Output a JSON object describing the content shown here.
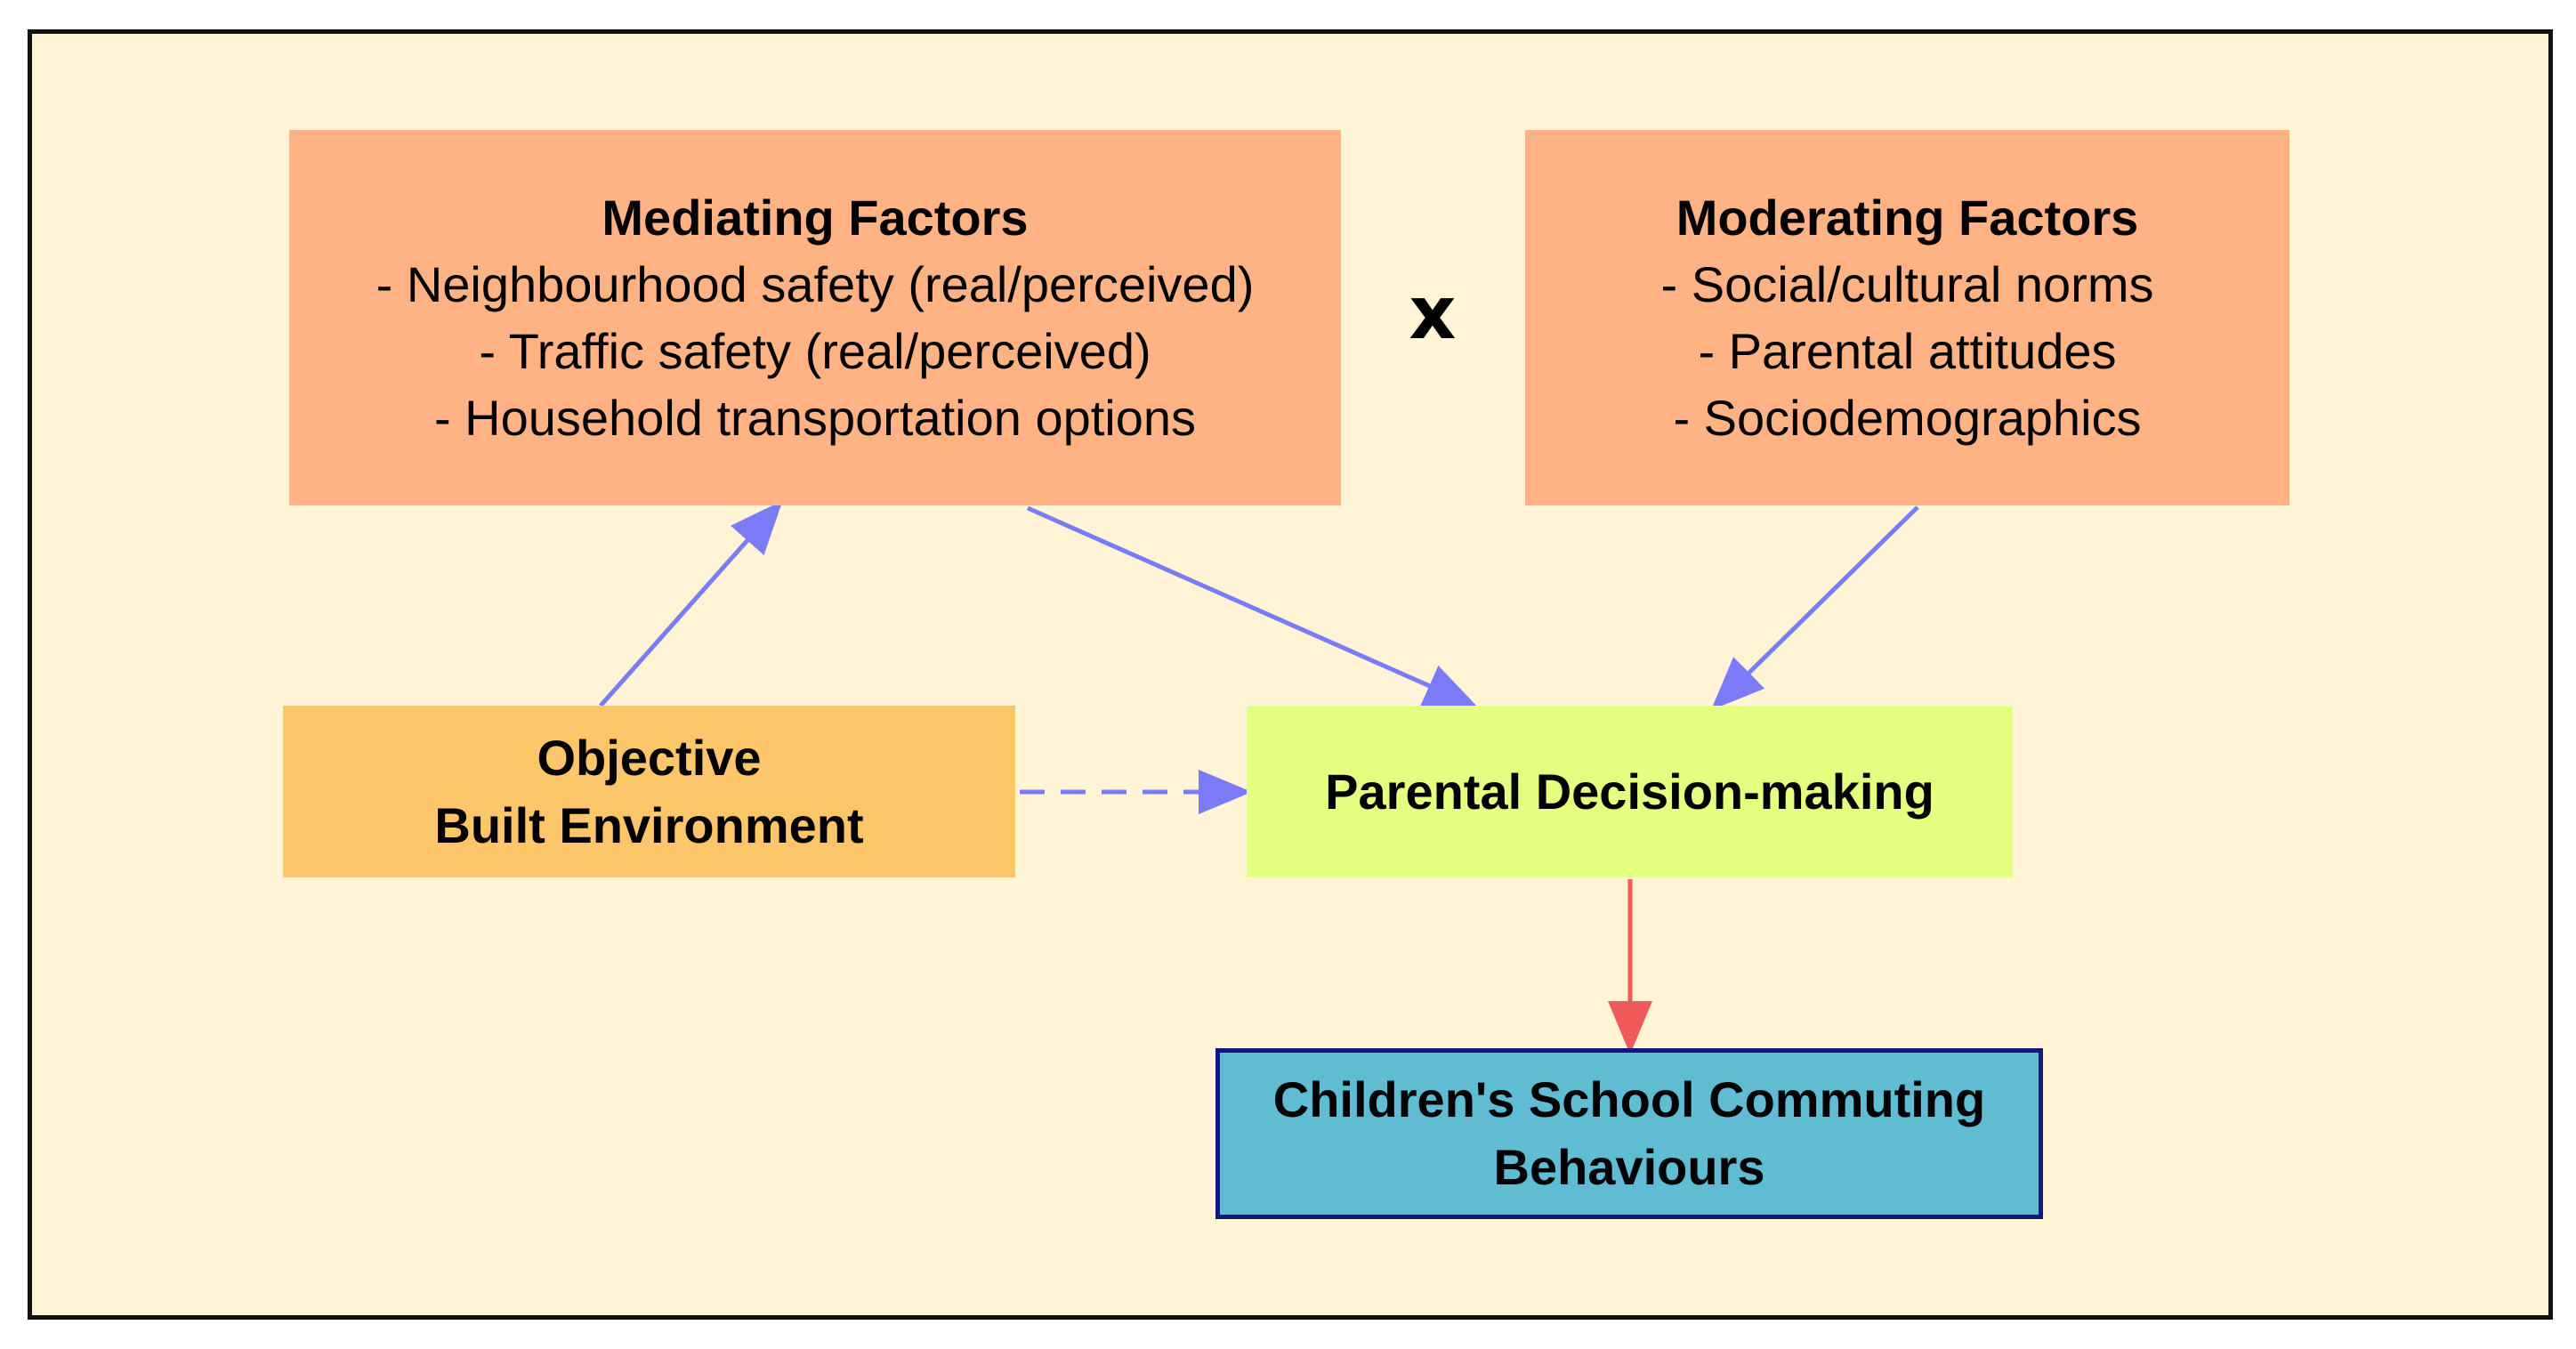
{
  "mediating": {
    "title": "Mediating Factors",
    "items": [
      "- Neighbourhood safety (real/perceived)",
      "- Traffic safety (real/perceived)",
      "- Household transportation options"
    ]
  },
  "moderating": {
    "title": "Moderating Factors",
    "items": [
      "- Social/cultural norms",
      "- Parental attitudes",
      "- Sociodemographics"
    ]
  },
  "interaction_symbol": "x",
  "objective": {
    "line1": "Objective",
    "line2": "Built Environment"
  },
  "decision": {
    "title": "Parental Decision-making"
  },
  "outcome": {
    "line1": "Children's School Commuting",
    "line2": "Behaviours"
  },
  "colors": {
    "background": "#fff4d6",
    "factor_box": "#ffb384",
    "objective_box": "#fdc66a",
    "decision_box": "#e5ff80",
    "outcome_box": "#5fbcd3",
    "outcome_border": "#0e1a7a",
    "arrow_blue": "#7b7bf7",
    "arrow_red": "#f05a5a"
  }
}
